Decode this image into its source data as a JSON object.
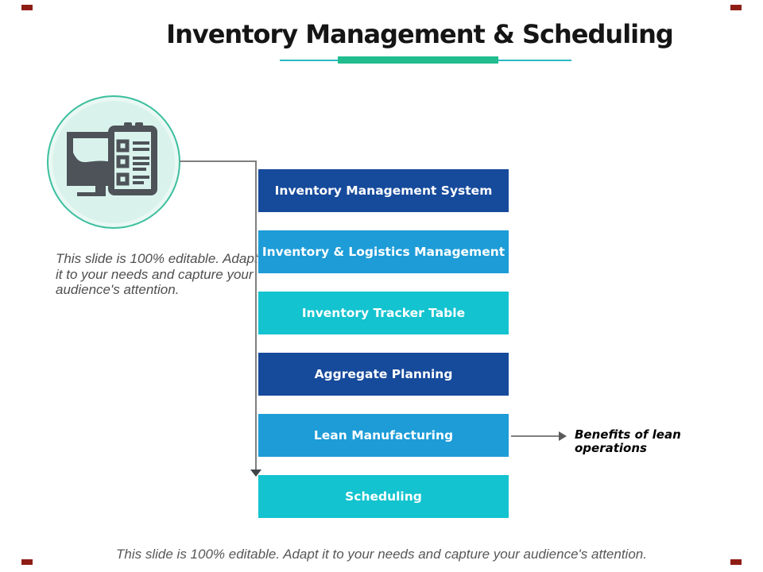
{
  "slide": {
    "title": "Inventory Management & Scheduling"
  },
  "decor": {
    "underline_line_color": "#2cb7c5",
    "underline_bar_color": "#21bd8e",
    "corner_mark_color": "#8e1d15",
    "circle_fill": "#d9f3ec",
    "circle_ring": "#3cbf9e",
    "icon_glyph_color": "#4d5359",
    "connector_color": "#7f7f7f"
  },
  "editable_note_left": {
    "text": "This slide is 100% editable. Adapt it to your needs and capture your audience's attention."
  },
  "bars": [
    {
      "label": "Inventory Management System",
      "color": "#164a9b"
    },
    {
      "label": "Inventory & Logistics Management",
      "color": "#1d9cd8"
    },
    {
      "label": "Inventory Tracker Table",
      "color": "#13c3cf"
    },
    {
      "label": "Aggregate Planning",
      "color": "#164a9b"
    },
    {
      "label": "Lean Manufacturing",
      "color": "#1d9cd8"
    },
    {
      "label": "Scheduling",
      "color": "#13c3cf"
    }
  ],
  "callout": {
    "text": "Benefits of lean operations"
  },
  "footer_note": {
    "text": "This slide is 100% editable. Adapt it to your needs and capture your audience's attention."
  }
}
